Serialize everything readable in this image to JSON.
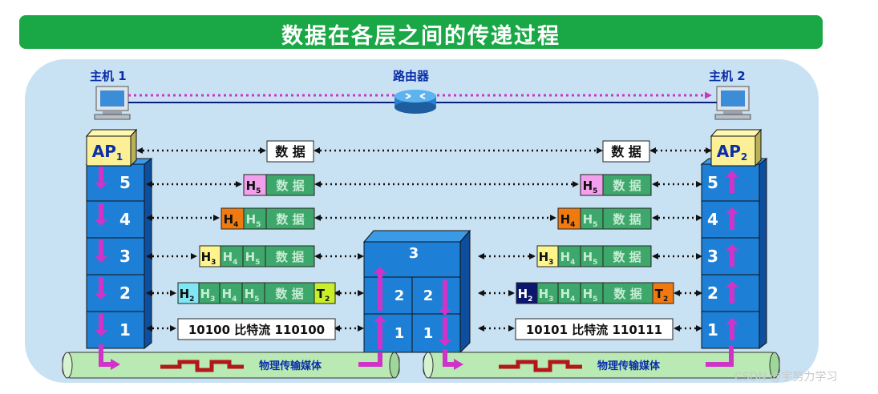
{
  "title": "数据在各层之间的传递过程",
  "host1_label": "主机 1",
  "host2_label": "主机 2",
  "router_label": "路由器",
  "ap_label": "AP",
  "ap1_sub": "1",
  "ap2_sub": "2",
  "layers": [
    "5",
    "4",
    "3",
    "2",
    "1"
  ],
  "router_layers": {
    "top": "3",
    "mid_left": "2",
    "mid_right": "2",
    "bot_left": "1",
    "bot_right": "1"
  },
  "data_text": "数 据",
  "header_prefix": "H",
  "trailer_prefix": "T",
  "bits_left": "10100 比特流 110100",
  "bits_right": "10101 比特流 110111",
  "medium_label": "物理传输媒体",
  "watermark": "CSDN @宇努力学习",
  "colors": {
    "title_bg": "#1aa846",
    "panel": "#c9e2f3",
    "layer_blue": "#1e7fd6",
    "arrow_magenta": "#d033c8",
    "h5": "#f3a0ec",
    "h4": "#f07a10",
    "h3": "#fdf58c",
    "h2_left": "#7fe6f4",
    "h2_right": "#0a1670",
    "t2_left": "#c9ee2a",
    "t2_right": "#f07a10",
    "green_cell": "#3ea86c"
  }
}
